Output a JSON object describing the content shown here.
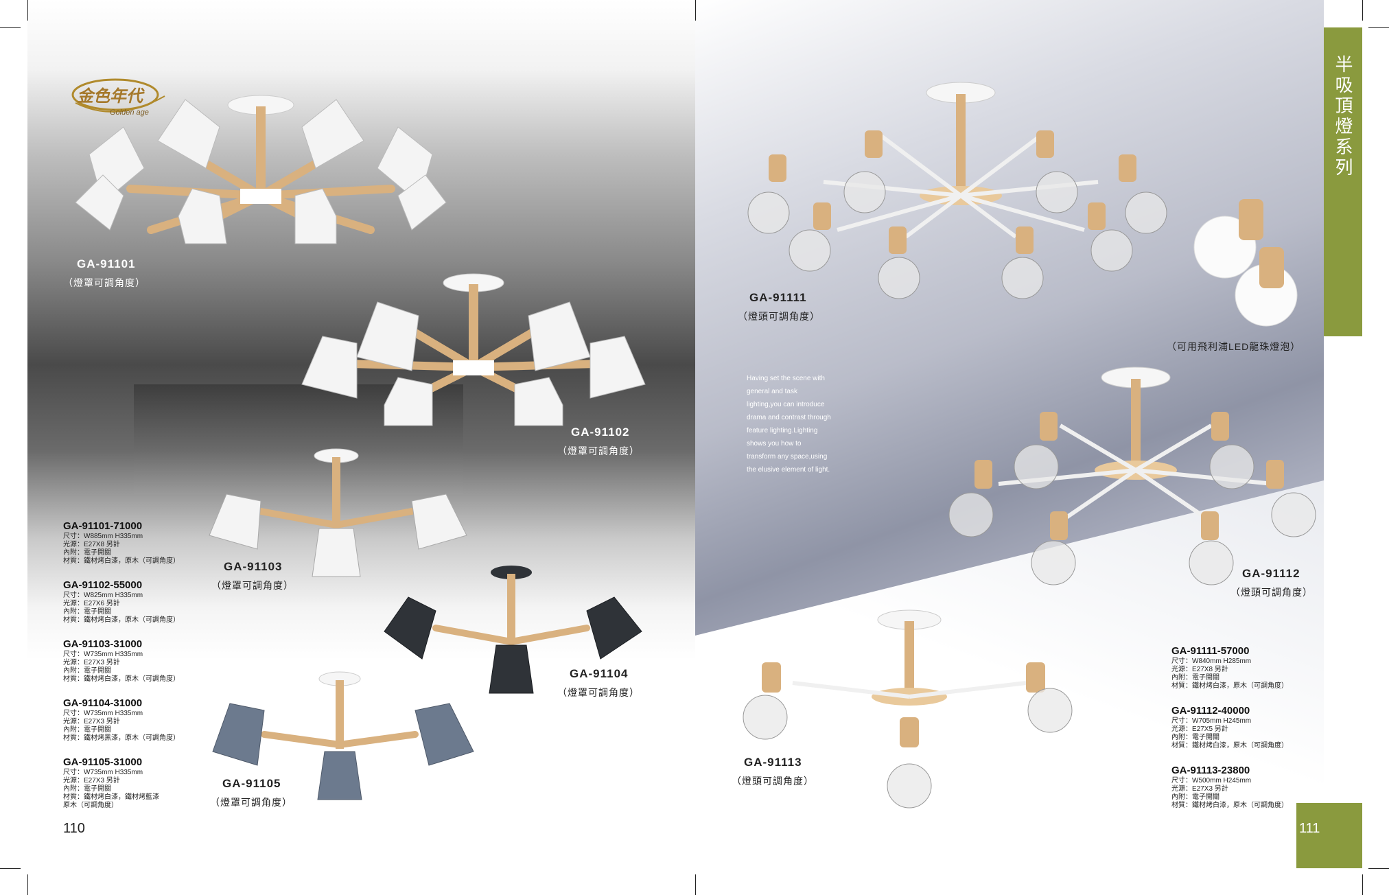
{
  "brand": {
    "logo_text": "金色年代",
    "logo_sub": "Golden age"
  },
  "side_title": "半吸頂燈系列",
  "left": {
    "products": [
      {
        "code": "GA-91101",
        "note": "（燈罩可調角度）"
      },
      {
        "code": "GA-91102",
        "note": "（燈罩可調角度）"
      },
      {
        "code": "GA-91103",
        "note": "（燈罩可調角度）"
      },
      {
        "code": "GA-91104",
        "note": "（燈罩可調角度）"
      },
      {
        "code": "GA-91105",
        "note": "（燈罩可調角度）"
      }
    ],
    "specs": [
      {
        "code": "GA-91101-71000",
        "lines": [
          "尺寸：W885mm H335mm",
          "光源：E27X8 另計",
          "內附：電子開關",
          "材質：鐵材烤白漆，原木（可調角度）"
        ]
      },
      {
        "code": "GA-91102-55000",
        "lines": [
          "尺寸：W825mm H335mm",
          "光源：E27X6 另計",
          "內附：電子開關",
          "材質：鐵材烤白漆，原木（可調角度）"
        ]
      },
      {
        "code": "GA-91103-31000",
        "lines": [
          "尺寸：W735mm H335mm",
          "光源：E27X3 另計",
          "內附：電子開關",
          "材質：鐵材烤白漆，原木（可調角度）"
        ]
      },
      {
        "code": "GA-91104-31000",
        "lines": [
          "尺寸：W735mm H335mm",
          "光源：E27X3 另計",
          "內附：電子開關",
          "材質：鐵材烤黑漆，原木（可調角度）"
        ]
      },
      {
        "code": "GA-91105-31000",
        "lines": [
          "尺寸：W735mm H335mm",
          "光源：E27X3 另計",
          "內附：電子開關",
          "材質：鐵材烤白漆，鐵材烤藍漆",
          "原木（可調角度）"
        ]
      }
    ],
    "page_number": "110"
  },
  "right": {
    "products": [
      {
        "code": "GA-91111",
        "note": "（燈頭可調角度）"
      },
      {
        "code": "GA-91112",
        "note": "（燈頭可調角度）"
      },
      {
        "code": "GA-91113",
        "note": "（燈頭可調角度）"
      }
    ],
    "bulb_note": "（可用飛利浦LED龍珠燈泡）",
    "description": [
      "Having set the scene with",
      "general and task",
      "lighting,you can introduce",
      "drama and contrast through",
      "feature lighting.Lighting",
      "shows you how to",
      "transform any space,using",
      "the elusive element of light."
    ],
    "specs": [
      {
        "code": "GA-91111-57000",
        "lines": [
          "尺寸：W840mm H285mm",
          "光源：E27X8 另計",
          "內附：電子開關",
          "材質：鐵材烤白漆，原木（可調角度）"
        ]
      },
      {
        "code": "GA-91112-40000",
        "lines": [
          "尺寸：W705mm H245mm",
          "光源：E27X5 另計",
          "內附：電子開關",
          "材質：鐵材烤白漆，原木（可調角度）"
        ]
      },
      {
        "code": "GA-91113-23800",
        "lines": [
          "尺寸：W500mm H245mm",
          "光源：E27X3 另計",
          "內附：電子開關",
          "材質：鐵材烤白漆，原木（可調角度）"
        ]
      }
    ],
    "page_number": "111"
  },
  "colors": {
    "accent_green": "#8a9a3e",
    "wood": "#d9b17f",
    "shade_white": "#f4f4f4",
    "shade_black": "#2f3338",
    "shade_blue": "#6c7a8e"
  }
}
